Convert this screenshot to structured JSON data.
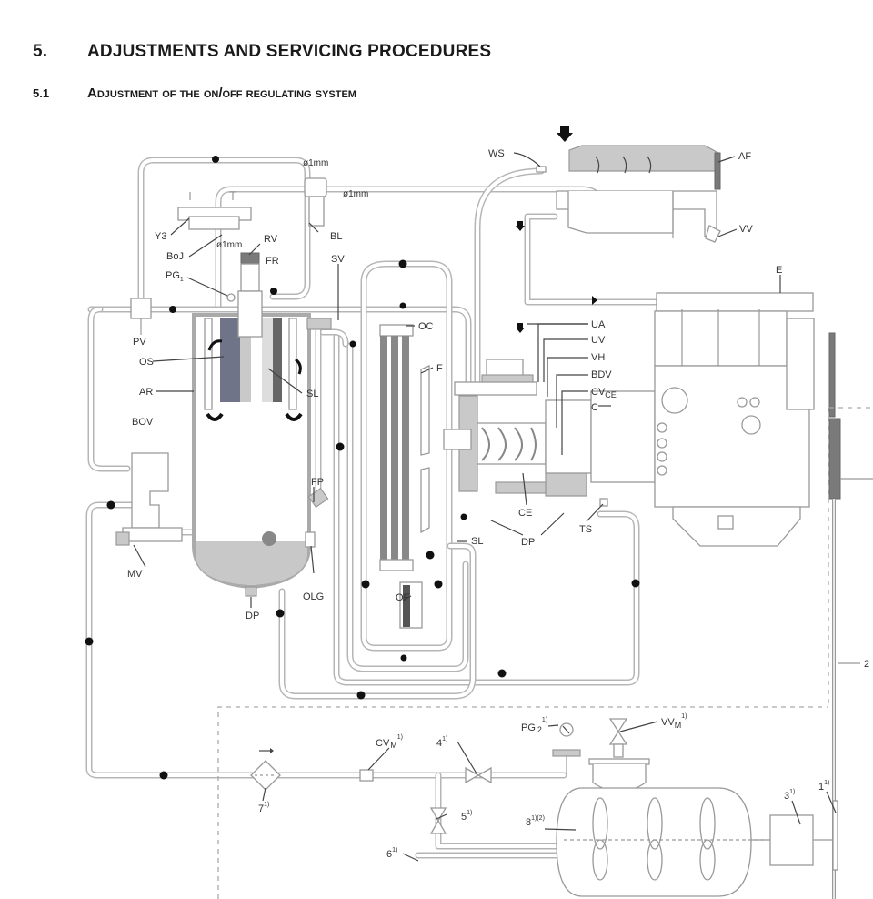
{
  "heading": {
    "section_number": "5.",
    "section_title": "ADJUSTMENTS AND SERVICING PROCEDURES",
    "subsection_number": "5.1",
    "subsection_title": "Adjustment of the on/off regulating system"
  },
  "diagram": {
    "labels": {
      "ws": "WS",
      "af": "AF",
      "vv": "VV",
      "e": "E",
      "orifice_top": "ø1mm",
      "orifice_right": "ø1mm",
      "orifice_boj": "ø1mm",
      "y3": "Y3",
      "boj": "BoJ",
      "rv": "RV",
      "fr": "FR",
      "bl": "BL",
      "pg1": "PG",
      "pg1_sub": "1",
      "sv": "SV",
      "pv": "PV",
      "os": "OS",
      "ar": "AR",
      "sl_tank": "SL",
      "oc": "OC",
      "f": "F",
      "ua": "UA",
      "uv": "UV",
      "vh": "VH",
      "bdv": "BDV",
      "cv_ce": "CV",
      "cv_ce_sub": "CE",
      "c": "C",
      "bov": "BOV",
      "fp": "FP",
      "ce": "CE",
      "sl_comp": "SL",
      "dp_comp": "DP",
      "ts": "TS",
      "mv": "MV",
      "olg": "OLG",
      "of": "OF",
      "dp_tank": "DP",
      "pg2": "PG",
      "pg2_sub": "2",
      "vvm": "VV",
      "vvm_sub": "M",
      "cvm": "CV",
      "cvm_sub": "M",
      "v4": "4",
      "v5": "5",
      "v6": "6",
      "v7": "7",
      "v8": "8",
      "v3": "3",
      "v1": "1",
      "v2": "2"
    },
    "footnote_marks": {
      "standard": "1)",
      "receiver": "1)(2)"
    }
  }
}
